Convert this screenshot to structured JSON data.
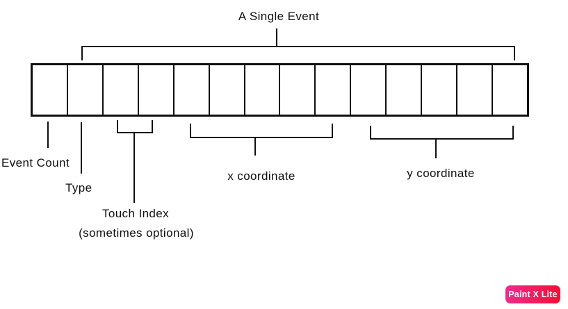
{
  "diagram": {
    "title": "A Single Event",
    "byte_row": {
      "cell_count": 14
    },
    "annotations": {
      "single_event": {
        "label": "A Single Event",
        "spans_cells": [
          2,
          14
        ]
      },
      "event_count": {
        "label": "Event Count",
        "spans_cells": [
          1,
          1
        ]
      },
      "type": {
        "label": "Type",
        "spans_cells": [
          2,
          2
        ]
      },
      "touch_index": {
        "label": "Touch Index",
        "note": "(sometimes optional)",
        "spans_cells": [
          3,
          4
        ]
      },
      "x_coordinate": {
        "label": "x coordinate",
        "spans_cells": [
          5,
          9
        ]
      },
      "y_coordinate": {
        "label": "y coordinate",
        "spans_cells": [
          10,
          14
        ]
      }
    },
    "colors": {
      "line": "#0f0f0f",
      "background": "#ffffff",
      "text": "#0f0f0f"
    }
  },
  "watermark": {
    "label": "Paint X Lite",
    "gradient_start": "#ee2b8c",
    "gradient_end": "#f50e36",
    "text_color": "#ffffff"
  }
}
